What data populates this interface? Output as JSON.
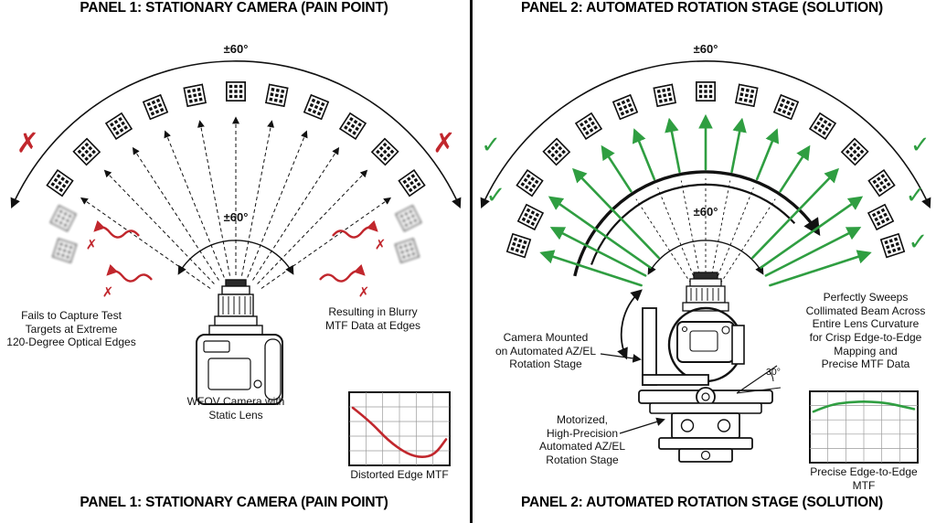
{
  "colors": {
    "fail": "#c1272d",
    "success": "#2f9e41",
    "ink": "#111111"
  },
  "icons": {
    "check_icon": "✓",
    "cross_icon": "✗"
  },
  "panel1": {
    "title": "PANEL 1: STATIONARY CAMERA (PAIN POINT)",
    "outer_angle": "±60°",
    "inner_angle": "±60°",
    "note_left": "Fails to Capture Test\nTargets at Extreme\n120-Degree Optical Edges",
    "note_right": "Resulting in Blurry\nMTF Data at Edges",
    "camera_caption": "WFOV Camera with\nStatic Lens"
  },
  "panel2": {
    "title": "PANEL 2: AUTOMATED ROTATION STAGE (SOLUTION)",
    "outer_angle": "±60°",
    "inner_angle": "±60°",
    "tilt_angle": "30°",
    "note_mount": "Camera Mounted\non Automated AZ/EL\nRotation Stage",
    "note_stage": "Motorized,\nHigh-Precision\nAutomated AZ/EL\nRotation Stage",
    "note_sweep": "Perfectly Sweeps\nCollimated Beam Across\nEntire Lens Curvature\nfor Crisp Edge-to-Edge\nMapping and\nPrecise MTF Data"
  },
  "chart_data": [
    {
      "type": "line",
      "title": "Distorted Edge MTF",
      "label": "Distorted Edge MTF",
      "color": "#c1272d",
      "x_range": [
        0,
        1
      ],
      "y_range": [
        0,
        1
      ],
      "grid": true,
      "points": [
        [
          0,
          0.82
        ],
        [
          0.18,
          0.62
        ],
        [
          0.38,
          0.32
        ],
        [
          0.58,
          0.12
        ],
        [
          0.74,
          0.06
        ],
        [
          0.88,
          0.11
        ],
        [
          1,
          0.34
        ]
      ]
    },
    {
      "type": "line",
      "title": "Precise Edge-to-Edge MTF",
      "label": "Precise Edge-to-Edge\nMTF",
      "color": "#2f9e41",
      "x_range": [
        0,
        1
      ],
      "y_range": [
        0,
        1
      ],
      "grid": true,
      "points": [
        [
          0,
          0.74
        ],
        [
          0.15,
          0.84
        ],
        [
          0.35,
          0.89
        ],
        [
          0.55,
          0.9
        ],
        [
          0.75,
          0.87
        ],
        [
          1,
          0.78
        ]
      ]
    }
  ]
}
